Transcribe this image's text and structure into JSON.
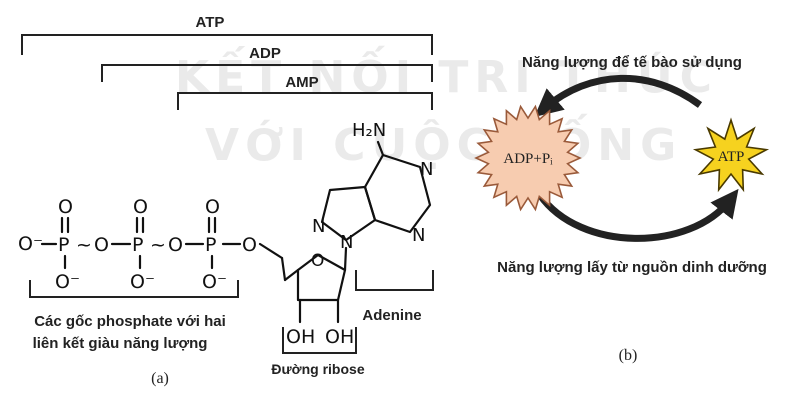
{
  "watermark": {
    "line1": "KẾT NỐI TRI THỨC",
    "line2": "VỚI CUỘC SỐNG"
  },
  "panel_a": {
    "caption": "(a)",
    "brackets": {
      "atp": "ATP",
      "adp": "ADP",
      "amp": "AMP"
    },
    "adenine_amine": "H₂N",
    "phosphate_label_line1": "Các gốc phosphate với hai",
    "phosphate_label_line2": "liên kết giàu năng lượng",
    "adenine_label": "Adenine",
    "ribose_label": "Đường ribose",
    "atom_O": "O",
    "atom_P": "P",
    "atom_N": "N",
    "o_minus": "O⁻",
    "tilde": "~",
    "oh": "OH"
  },
  "panel_b": {
    "caption": "(b)",
    "top_label": "Năng lượng để tế bào sử dụng",
    "bottom_label": "Năng lượng lấy từ nguồn dinh dưỡng",
    "adp_pi": "ADP+Pᵢ",
    "atp": "ATP",
    "colors": {
      "adp_fill": "#f7ccb0",
      "atp_fill": "#f6d21f",
      "arrow": "#222222"
    }
  }
}
